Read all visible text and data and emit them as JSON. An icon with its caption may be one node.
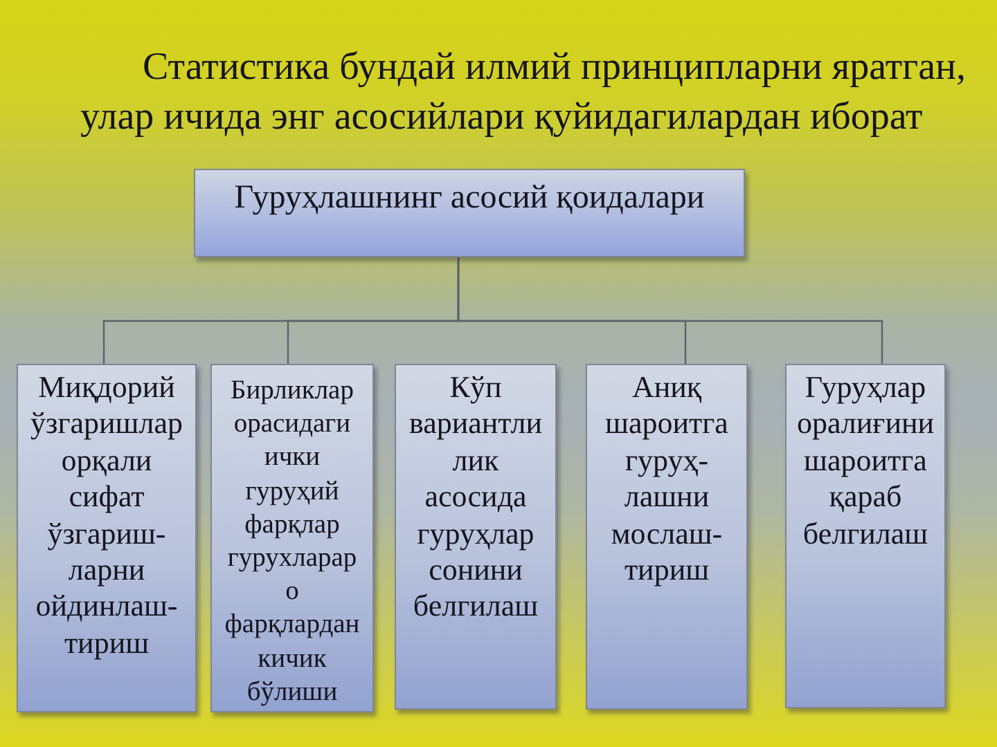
{
  "diagram": {
    "title": "Статистика бундай илмий принципларни яратган, улар ичида энг асосийлари қуйидагилардан иборат",
    "nodes": [
      {
        "text": [
          "Гуруҳлашнинг асосий қоидалари"
        ]
      },
      {
        "text": [
          "Миқдорий ўзгаришлар орқали сифат ўзгариш- ларни ойдинлаш- тириш"
        ]
      },
      {
        "text": [
          "Бирликлар орасидаги ички гуруҳий фарқлар гурухларар о фарқлардан кичик бўлиши"
        ]
      },
      {
        "text": [
          "Кўп вариантли лик асосида гуруҳлар сонини белгилаш"
        ]
      },
      {
        "text": [
          "Аниқ шароитга гуруҳ- лашни мослаш- тириш"
        ]
      },
      {
        "text": [
          "Гуруҳлар оралиғини шароитга қараб белгилаш"
        ]
      }
    ],
    "edges": [
      {
        "from": 0,
        "to": 1,
        "arrow": "none"
      },
      {
        "from": 0,
        "to": 2,
        "arrow": "none"
      },
      {
        "from": 0,
        "to": 4,
        "arrow": "none"
      },
      {
        "from": 0,
        "to": 5,
        "arrow": "none"
      }
    ]
  }
}
